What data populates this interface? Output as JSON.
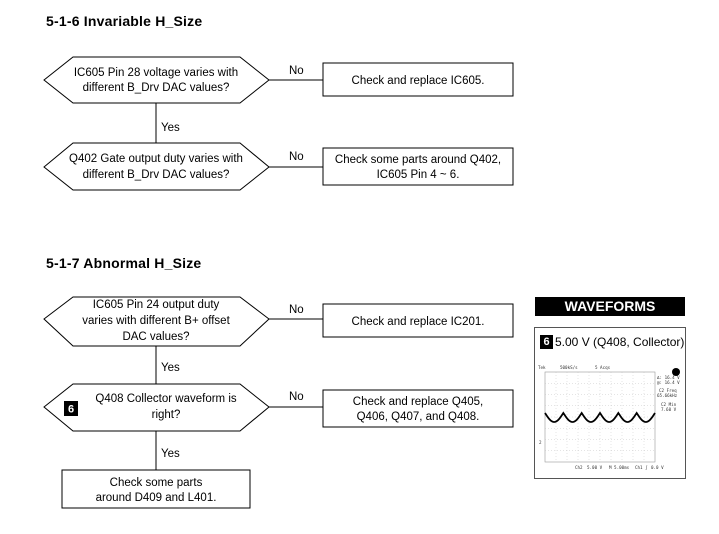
{
  "section1": {
    "heading": "5-1-6 Invariable H_Size",
    "d1": {
      "lines": [
        "IC605 Pin 28 voltage varies with",
        "different B_Drv DAC values?"
      ]
    },
    "d1_no": "No",
    "r1": {
      "lines": [
        "Check and replace IC605."
      ]
    },
    "d1_yes": "Yes",
    "d2": {
      "lines": [
        "Q402 Gate output duty varies with",
        "different B_Drv DAC values?"
      ]
    },
    "d2_no": "No",
    "r2": {
      "lines": [
        "Check some parts around Q402,",
        "IC605 Pin 4 ~ 6."
      ]
    }
  },
  "section2": {
    "heading": "5-1-7 Abnormal H_Size",
    "d3": {
      "lines": [
        "IC605 Pin 24 output duty",
        "varies with different B+ offset",
        "DAC values?"
      ]
    },
    "d3_no": "No",
    "r3": {
      "lines": [
        "Check and replace IC201."
      ]
    },
    "d3_yes": "Yes",
    "d4": {
      "badge": "6",
      "lines": [
        "Q408 Collector waveform is",
        "right?"
      ]
    },
    "d4_no": "No",
    "r4": {
      "lines": [
        "Check and replace Q405,",
        "Q406, Q407, and Q408."
      ]
    },
    "d4_yes": "Yes",
    "r5": {
      "lines": [
        "Check some parts",
        "around D409 and L401."
      ]
    }
  },
  "waveforms": {
    "title": "WAVEFORMS",
    "badge": "6",
    "label": "5.00 V (Q408, Collector)",
    "scope": {
      "top_left": "Tek",
      "top_mid": "500kS/s",
      "top_right": "5 Acqs",
      "ch_readout_1": "Δ: 16.4 V",
      "ch_readout_2": "@: 16.4 V",
      "ch_readout_3": "C2 Freq",
      "ch_readout_4": "65.66kHz",
      "ch_readout_5": "C2 Min",
      "ch_readout_6": "7.60 V",
      "bottom_ch": "Ch2",
      "bottom_volts": "5.00 V",
      "bottom_time": "M 5.00ms",
      "bottom_trig": "Ch1 ∫",
      "bottom_trig_v": "0.0 V",
      "marker": "2"
    }
  },
  "colors": {
    "line": "#000000",
    "box_fill": "#ffffff",
    "badge_bg": "#000000"
  }
}
